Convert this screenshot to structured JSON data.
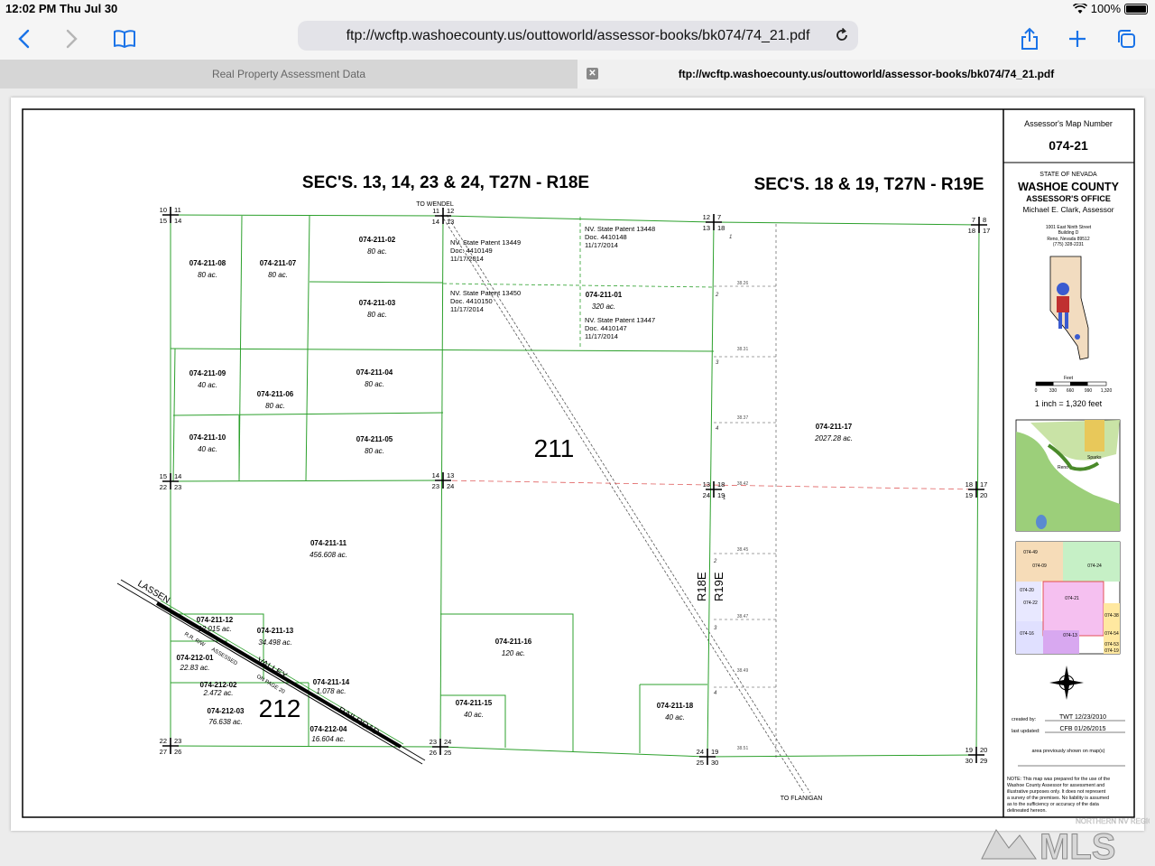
{
  "status": {
    "time": "12:02 PM",
    "date": "Thu Jul 30",
    "battery": "100%"
  },
  "toolbar": {
    "url": "ftp://wcftp.washoecounty.us/outtoworld/assessor-books/bk074/74_21.pdf",
    "icons": [
      "back-icon",
      "forward-icon",
      "bookmarks-icon",
      "reload-icon",
      "share-icon",
      "new-tab-icon",
      "tabs-icon"
    ]
  },
  "tabs": [
    {
      "label": "Real Property Assessment Data"
    },
    {
      "label": "ftp://wcftp.washoecounty.us/outtoworld/assessor-books/bk074/74_21.pdf"
    }
  ],
  "map": {
    "header_left": "SEC'S. 13, 14, 23 & 24, T27N - R18E",
    "header_right": "SEC'S. 18 & 19, T27N - R19E",
    "to_wendel": "TO WENDEL",
    "to_flanigan": "TO FLANIGAN",
    "big_211": "211",
    "big_212": "212",
    "r18e": "R18E",
    "r19e": "R19E",
    "lassen": "LASSEN",
    "valley": "VALLEY",
    "railroad": "RAILROAD",
    "rr_row": "R.R. R/W",
    "assessed": "ASSESSED",
    "on_page": "ON PAGE 20",
    "parcels": [
      {
        "id": "074-211-08",
        "acres": "80 ac."
      },
      {
        "id": "074-211-07",
        "acres": "80 ac."
      },
      {
        "id": "074-211-02",
        "acres": "80 ac."
      },
      {
        "id": "074-211-03",
        "acres": "80 ac."
      },
      {
        "id": "074-211-09",
        "acres": "40 ac."
      },
      {
        "id": "074-211-06",
        "acres": "80 ac."
      },
      {
        "id": "074-211-04",
        "acres": "80 ac."
      },
      {
        "id": "074-211-10",
        "acres": "40 ac."
      },
      {
        "id": "074-211-05",
        "acres": "80 ac."
      },
      {
        "id": "074-211-01",
        "acres": "320 ac."
      },
      {
        "id": "074-211-17",
        "acres": "2027.28 ac."
      },
      {
        "id": "074-211-11",
        "acres": "456.608 ac."
      },
      {
        "id": "074-211-12",
        "acres": "12.015 ac."
      },
      {
        "id": "074-211-13",
        "acres": "34.498 ac."
      },
      {
        "id": "074-212-01",
        "acres": "22.83 ac."
      },
      {
        "id": "074-212-02",
        "acres": "2.472 ac."
      },
      {
        "id": "074-211-14",
        "acres": "1.078 ac."
      },
      {
        "id": "074-212-03",
        "acres": "76.638 ac."
      },
      {
        "id": "074-212-04",
        "acres": "16.604 ac."
      },
      {
        "id": "074-211-16",
        "acres": "120 ac."
      },
      {
        "id": "074-211-15",
        "acres": "40 ac."
      },
      {
        "id": "074-211-18",
        "acres": "40 ac."
      }
    ],
    "patents": [
      {
        "title": "NV. State Patent 13449",
        "doc": "Doc. 4410149",
        "date": "11/17/2014"
      },
      {
        "title": "NV. State Patent 13448",
        "doc": "Doc. 4410148",
        "date": "11/17/2014"
      },
      {
        "title": "NV. State Patent 13450",
        "doc": "Doc. 4410150",
        "date": "11/17/2014"
      },
      {
        "title": "NV. State Patent 13447",
        "doc": "Doc. 4410147",
        "date": "11/17/2014"
      }
    ],
    "lot_acres": [
      "38.26",
      "38.31",
      "38.37",
      "38.42",
      "38.45",
      "38.47",
      "38.49",
      "38.51"
    ],
    "lot_nums": [
      "1",
      "2",
      "3",
      "4",
      "1",
      "2",
      "3",
      "4"
    ],
    "corners": [
      [
        "10",
        "11",
        "15",
        "14"
      ],
      [
        "11",
        "12",
        "14",
        "13"
      ],
      [
        "12",
        "7",
        "13",
        "18"
      ],
      [
        "7",
        "8",
        "18",
        "17"
      ],
      [
        "15",
        "14",
        "22",
        "23"
      ],
      [
        "14",
        "13",
        "23",
        "24"
      ],
      [
        "13",
        "18",
        "24",
        "19"
      ],
      [
        "18",
        "17",
        "19",
        "20"
      ],
      [
        "22",
        "23",
        "27",
        "26"
      ],
      [
        "23",
        "24",
        "26",
        "25"
      ],
      [
        "24",
        "19",
        "25",
        "30"
      ],
      [
        "19",
        "20",
        "30",
        "29"
      ]
    ]
  },
  "titleblock": {
    "map_number_label": "Assessor's Map Number",
    "map_number": "074-21",
    "state": "STATE OF NEVADA",
    "county": "WASHOE COUNTY",
    "office": "ASSESSOR'S OFFICE",
    "assessor": "Michael E. Clark, Assessor",
    "address": [
      "1001 East Ninth Street",
      "Building D",
      "Reno, Nevada  89512",
      "(775) 328-2231"
    ],
    "scale_unit": "Feet",
    "scale_ticks": [
      "0",
      "330",
      "660",
      "990",
      "1,320"
    ],
    "scale_text": "1 inch = 1,320 feet",
    "vicinity_labels": [
      "Sparks",
      "Reno"
    ],
    "index_labels": [
      "074-49",
      "074-09",
      "074-24",
      "074-20",
      "074-22",
      "074-21",
      "074-38",
      "074-16",
      "074-13",
      "074-54",
      "074-53",
      "074-19"
    ],
    "created_label": "created by:",
    "created_value": "TWT 12/23/2010",
    "updated_label": "last updated:",
    "updated_value": "CFB 01/26/2015",
    "prev_shown": "area previously shown on map(s)",
    "note": [
      "NOTE:  This map was prepared for the use of the",
      "Washoe County Assessor for assessment and",
      "illustrative purposes only.  It does not represent",
      "a survey of the premises.  No liability is assumed",
      "as to the sufficiency or accuracy of the data",
      "delineated hereon."
    ]
  },
  "watermark": {
    "top": "NORTHERN NV REGIONAL",
    "main": "MLS"
  }
}
